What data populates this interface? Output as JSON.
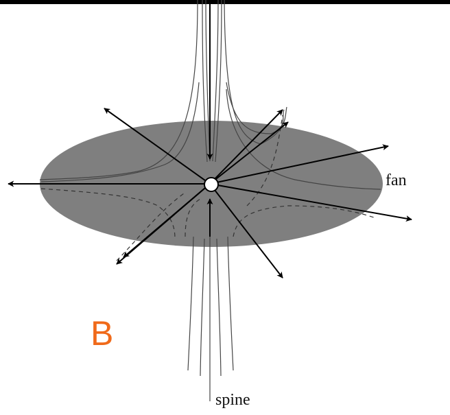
{
  "labels": {
    "fan": "fan",
    "spine": "spine",
    "panel": "B"
  },
  "colors": {
    "fan_surface": "#7f7f7f",
    "panel_label": "#f06a1a",
    "top_bar": "#000000",
    "null_point": "#ffffff"
  }
}
